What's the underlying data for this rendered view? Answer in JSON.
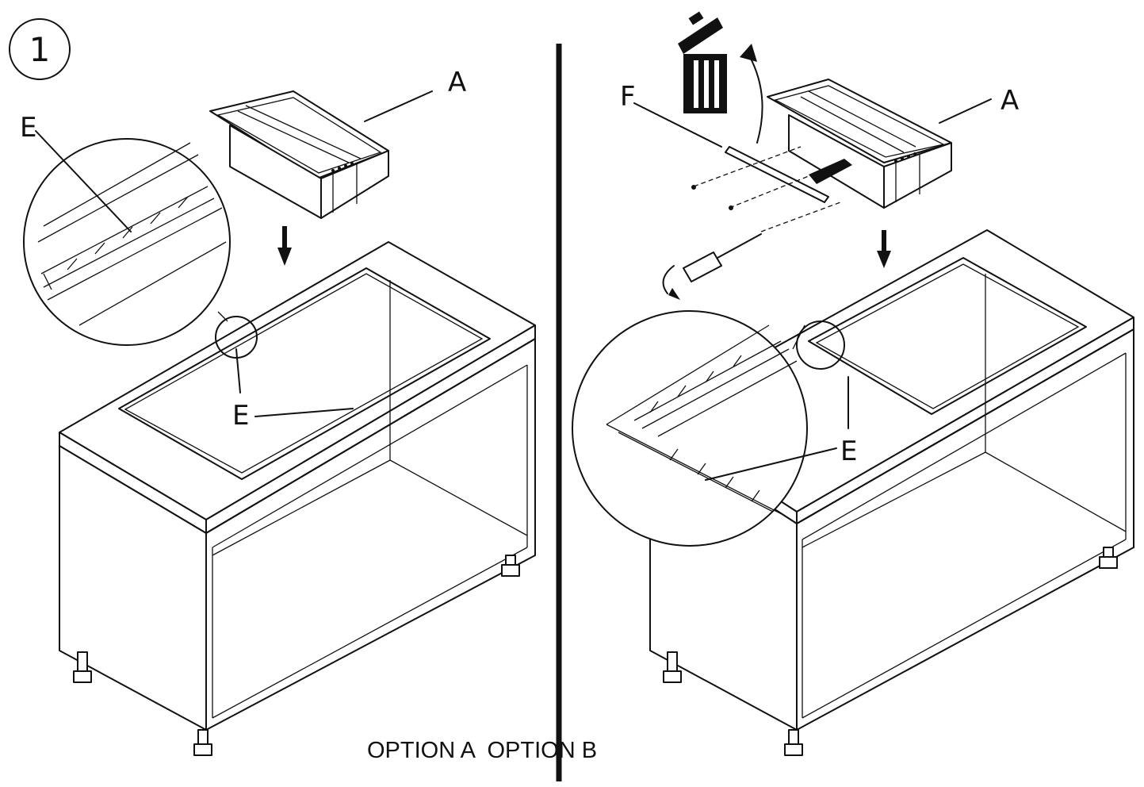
{
  "step_number": "1",
  "labels": {
    "a": "A",
    "e": "E",
    "f": "F"
  },
  "caption": {
    "option_a": "OPTION A",
    "option_b": "OPTION B"
  },
  "icons": [
    "trash-bin-icon",
    "screwdriver-icon",
    "rotate-arrow-icon",
    "down-arrow-icon"
  ]
}
